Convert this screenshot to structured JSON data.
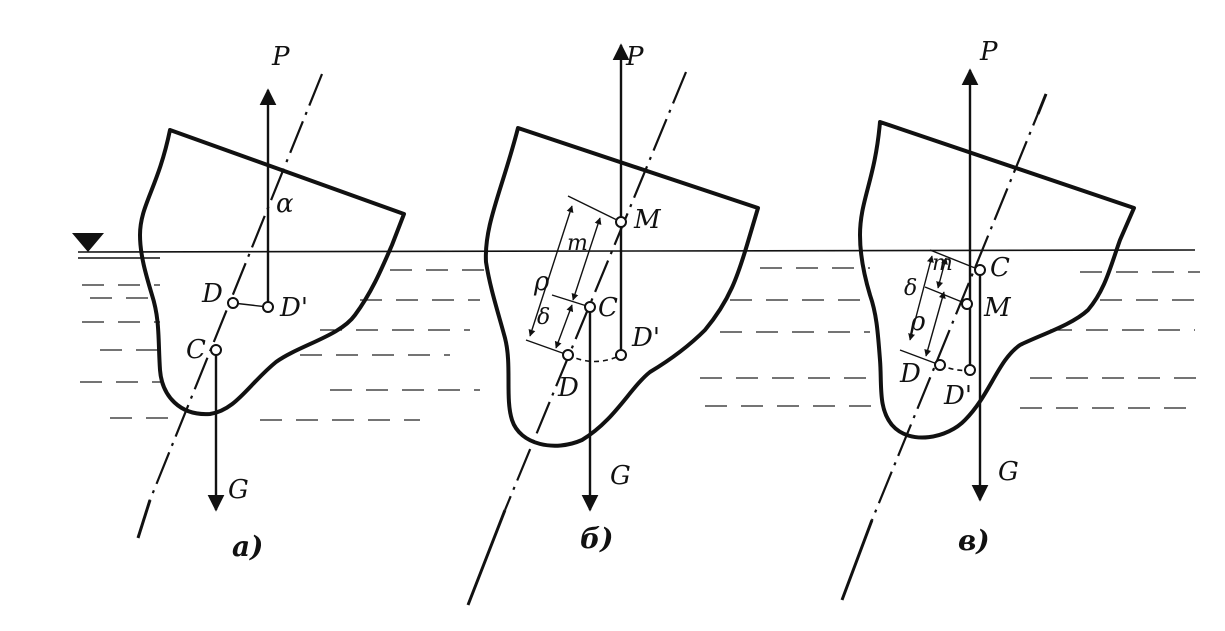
{
  "labels": {
    "force_up": "P",
    "force_down": "G",
    "alpha": "α",
    "pt_D": "D",
    "pt_Dprime": "D'",
    "pt_C": "C",
    "pt_M": "M",
    "dim_m": "m",
    "dim_rho": "ρ",
    "dim_delta": "δ"
  },
  "captions": {
    "a": "a)",
    "b": "б)",
    "c": "в)"
  },
  "colors": {
    "ink": "#111111",
    "paper": "#ffffff"
  }
}
